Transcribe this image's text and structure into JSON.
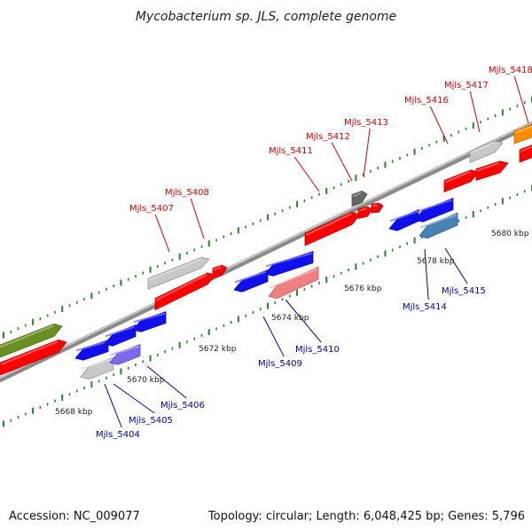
{
  "title": "Mycobacterium sp. JLS, complete genome",
  "footer": {
    "accession": "Accession: NC_009077",
    "stats": "Topology: circular; Length: 6,048,425 bp; Genes: 5,796"
  },
  "colors": {
    "forward_label": "#cc0000",
    "reverse_label": "#000099",
    "ruler_ticks": "#2e7d32",
    "backbone": "#8a8a8a"
  },
  "ruler": {
    "ticks": [
      {
        "label": "5668 kbp"
      },
      {
        "label": "5670 kbp"
      },
      {
        "label": "5672 kbp"
      },
      {
        "label": "5674 kbp"
      },
      {
        "label": "5676 kbp"
      },
      {
        "label": "5678 kbp"
      },
      {
        "label": "5680 kbp"
      }
    ]
  },
  "features": [
    {
      "id": "f1",
      "color": "#6b8e23",
      "strand": "forward"
    },
    {
      "id": "f2",
      "color": "#ff0000",
      "strand": "forward"
    },
    {
      "id": "f3",
      "color": "#ff0000",
      "strand": "forward"
    },
    {
      "id": "f4",
      "color": "#c8c8c8",
      "strand": "forward"
    },
    {
      "id": "f5",
      "color": "#ff0000",
      "strand": "forward"
    },
    {
      "id": "f6",
      "color": "#ff0000",
      "strand": "forward"
    },
    {
      "id": "f7",
      "color": "#ff0000",
      "strand": "forward"
    },
    {
      "id": "f8",
      "color": "#ff0000",
      "strand": "forward"
    },
    {
      "id": "f9",
      "color": "#666666",
      "strand": "forward"
    },
    {
      "id": "f10",
      "color": "#ff0000",
      "strand": "forward"
    },
    {
      "id": "f11",
      "color": "#ff0000",
      "strand": "forward"
    },
    {
      "id": "f12",
      "color": "#ff0000",
      "strand": "forward"
    },
    {
      "id": "f13",
      "color": "#c8c8c8",
      "strand": "forward"
    },
    {
      "id": "f14",
      "color": "#ff8c00",
      "strand": "forward"
    },
    {
      "id": "f15",
      "color": "#ff0000",
      "strand": "forward"
    },
    {
      "id": "r1",
      "color": "#c8c8c8",
      "strand": "reverse"
    },
    {
      "id": "r2",
      "color": "#7b68ee",
      "strand": "reverse"
    },
    {
      "id": "r3",
      "color": "#1010ee",
      "strand": "reverse"
    },
    {
      "id": "r4",
      "color": "#1010ee",
      "strand": "reverse"
    },
    {
      "id": "r5",
      "color": "#1010ee",
      "strand": "reverse"
    },
    {
      "id": "r6",
      "color": "#1010ee",
      "strand": "reverse"
    },
    {
      "id": "r7",
      "color": "#1010ee",
      "strand": "reverse"
    },
    {
      "id": "r8",
      "color": "#f08080",
      "strand": "reverse"
    },
    {
      "id": "r9",
      "color": "#1010ee",
      "strand": "reverse"
    },
    {
      "id": "r10",
      "color": "#1010ee",
      "strand": "reverse"
    },
    {
      "id": "r11",
      "color": "#4682b4",
      "strand": "reverse"
    }
  ],
  "labels": [
    {
      "text": "Mjls_5407",
      "strand": "forward"
    },
    {
      "text": "Mjls_5408",
      "strand": "forward"
    },
    {
      "text": "Mjls_5411",
      "strand": "forward"
    },
    {
      "text": "Mjls_5412",
      "strand": "forward"
    },
    {
      "text": "Mjls_5413",
      "strand": "forward"
    },
    {
      "text": "Mjls_5416",
      "strand": "forward"
    },
    {
      "text": "Mjls_5417",
      "strand": "forward"
    },
    {
      "text": "Mjls_5418",
      "strand": "forward"
    },
    {
      "text": "Mjls_5404",
      "strand": "reverse"
    },
    {
      "text": "Mjls_5405",
      "strand": "reverse"
    },
    {
      "text": "Mjls_5406",
      "strand": "reverse"
    },
    {
      "text": "Mjls_5409",
      "strand": "reverse"
    },
    {
      "text": "Mjls_5410",
      "strand": "reverse"
    },
    {
      "text": "Mjls_5414",
      "strand": "reverse"
    },
    {
      "text": "Mjls_5415",
      "strand": "reverse"
    }
  ]
}
